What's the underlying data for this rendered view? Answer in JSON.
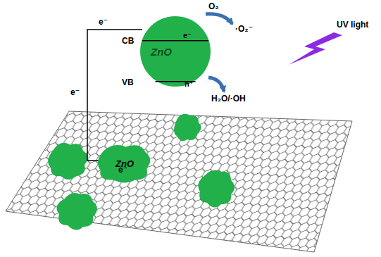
{
  "diagram": {
    "nodes": [
      {
        "text": [
          "ZnO"
        ]
      },
      {
        "text": [
          "ZnO"
        ]
      }
    ],
    "edges": [],
    "labels": [
      "e⁻",
      "e⁻",
      "e⁻",
      "CB",
      "VB",
      "e⁻",
      "h⁺",
      "O₂",
      "·O₂⁻",
      "UV light",
      "H₂O/·OH"
    ]
  }
}
